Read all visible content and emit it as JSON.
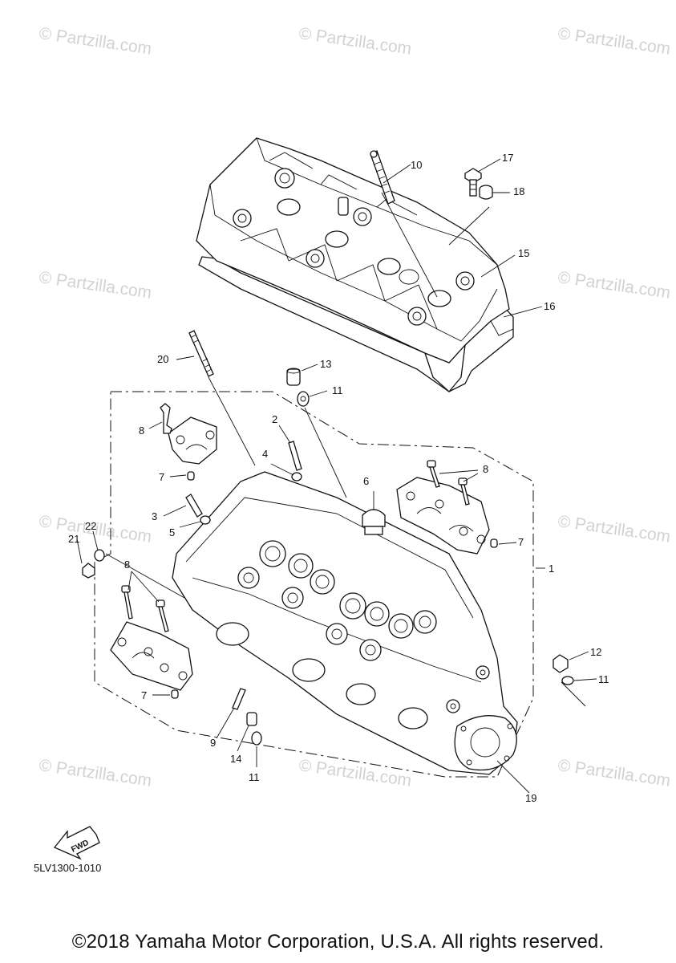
{
  "watermark": {
    "text": "© Partzilla.com",
    "center_text": "© Partzilla.com"
  },
  "callouts": [
    "1",
    "2",
    "3",
    "4",
    "5",
    "6",
    "7",
    "8",
    "9",
    "10",
    "11",
    "12",
    "13",
    "14",
    "15",
    "16",
    "17",
    "18",
    "19",
    "20",
    "21",
    "22"
  ],
  "fwd_label": "FWD",
  "diagram_code": "5LV1300-1010",
  "copyright": "©2018 Yamaha Motor Corporation, U.S.A. All rights reserved."
}
